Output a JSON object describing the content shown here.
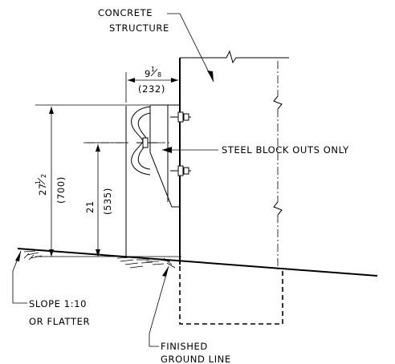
{
  "labels": {
    "concrete_structure_1": "CONCRETE",
    "concrete_structure_2": "STRUCTURE",
    "steel_block_outs": "STEEL BLOCK OUTS ONLY",
    "slope_1": "SLOPE 1:10",
    "slope_2": "OR FLATTER",
    "finished_1": "FINISHED",
    "finished_2": "GROUND LINE"
  },
  "dimensions": {
    "offset_whole": "9",
    "offset_num": "1",
    "offset_den": "8",
    "offset_metric": "(232)",
    "rail_height_whole": "27",
    "rail_height_num": "1",
    "rail_height_den": "2",
    "rail_height_metric": "(700)",
    "mid_height": "21",
    "mid_height_metric": "(535)"
  }
}
